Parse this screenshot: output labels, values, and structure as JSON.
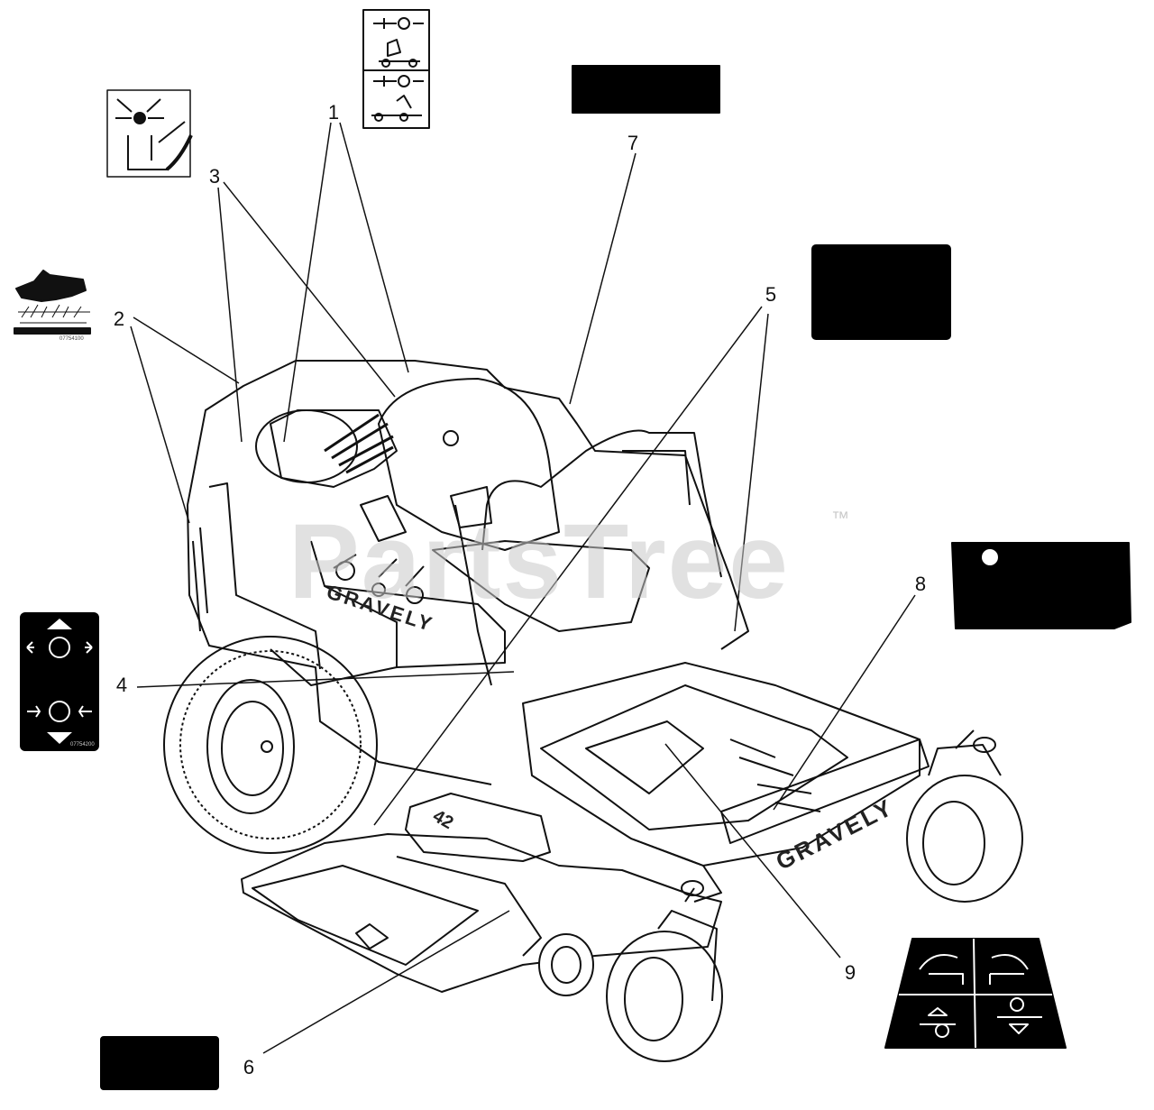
{
  "watermark": {
    "text": "PartsTree",
    "trademark": "™"
  },
  "machine": {
    "hood_brand": "GRAVELY",
    "deck_brand": "GRAVELY",
    "deck_size": "42"
  },
  "callouts": [
    {
      "id": "1",
      "label": "1"
    },
    {
      "id": "2",
      "label": "2"
    },
    {
      "id": "3",
      "label": "3"
    },
    {
      "id": "4",
      "label": "4"
    },
    {
      "id": "5",
      "label": "5"
    },
    {
      "id": "6",
      "label": "6"
    },
    {
      "id": "7",
      "label": "7"
    },
    {
      "id": "8",
      "label": "8"
    },
    {
      "id": "9",
      "label": "9"
    }
  ],
  "decals": {
    "hand_heat_code": "07754100",
    "parking_brake_code": "07754200"
  },
  "icons": [
    "hand-heat-warning-icon",
    "crush-hazard-icon",
    "seat-safety-icon",
    "parking-brake-icon",
    "steering-control-icon"
  ],
  "colors": {
    "line": "#111111",
    "decal_black": "#000000",
    "watermark": "#c9c9c9",
    "background": "#ffffff"
  }
}
